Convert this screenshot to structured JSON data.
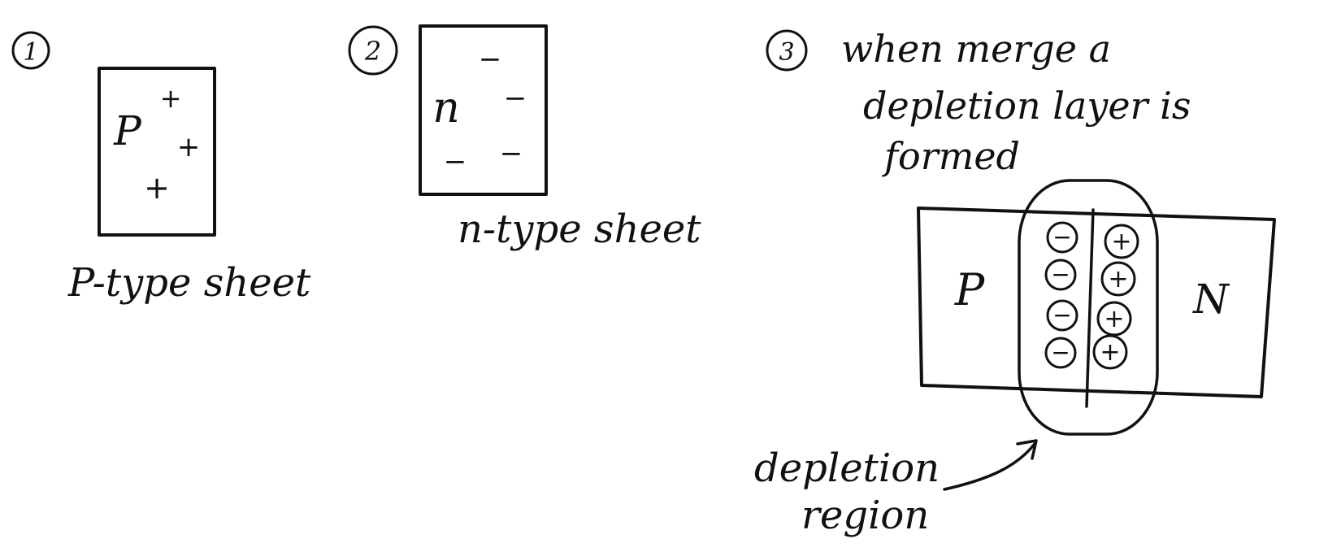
{
  "step1": {
    "number": "1",
    "block_letter": "P",
    "charges": [
      "+",
      "+",
      "+"
    ],
    "caption": "P-type sheet"
  },
  "step2": {
    "number": "2",
    "block_letter": "n",
    "charges": [
      "−",
      "−",
      "−",
      "−"
    ],
    "caption": "n-type sheet"
  },
  "step3": {
    "number": "3",
    "heading_lines": [
      "when merge a",
      "depletion layer is",
      "formed"
    ],
    "left_label": "P",
    "right_label": "N",
    "negative_ions": [
      "−",
      "−",
      "−",
      "−"
    ],
    "positive_ions": [
      "+",
      "+",
      "+",
      "+"
    ],
    "region_label_lines": [
      "depletion",
      "region"
    ]
  },
  "colors": {
    "ink": "#111111",
    "paper": "#ffffff"
  }
}
